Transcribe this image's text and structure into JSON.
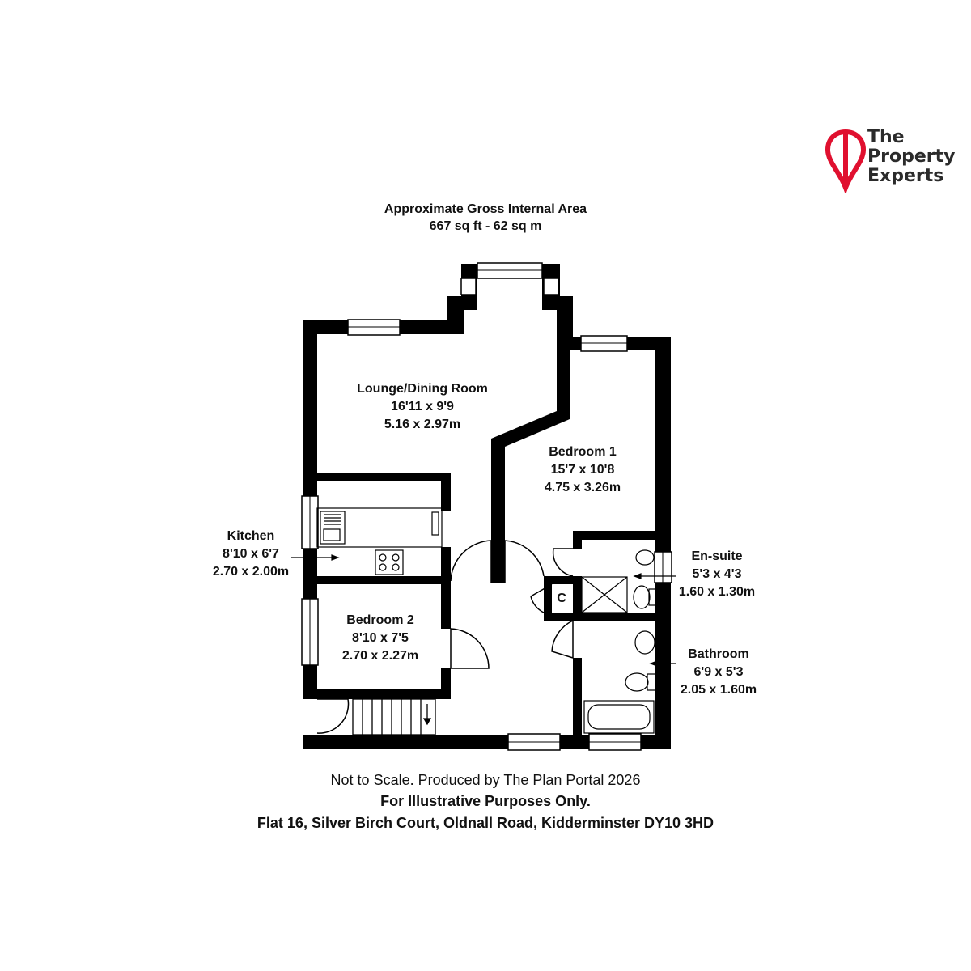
{
  "brand": {
    "line1": "The",
    "line2": "Property",
    "line3": "Experts",
    "color": "#e0102f"
  },
  "area": {
    "title": "Approximate Gross Internal Area",
    "value": "667 sq ft - 62 sq m"
  },
  "rooms": {
    "lounge": {
      "name": "Lounge/Dining Room",
      "imperial": "16'11 x 9'9",
      "metric": "5.16 x 2.97m"
    },
    "bedroom1": {
      "name": "Bedroom 1",
      "imperial": "15'7 x 10'8",
      "metric": "4.75 x 3.26m"
    },
    "kitchen": {
      "name": "Kitchen",
      "imperial": "8'10 x 6'7",
      "metric": "2.70 x 2.00m"
    },
    "ensuite": {
      "name": "En-suite",
      "imperial": "5'3 x 4'3",
      "metric": "1.60 x 1.30m"
    },
    "bedroom2": {
      "name": "Bedroom 2",
      "imperial": "8'10 x 7'5",
      "metric": "2.70 x 2.27m"
    },
    "bathroom": {
      "name": "Bathroom",
      "imperial": "6'9 x 5'3",
      "metric": "2.05 x 1.60m"
    },
    "cupboard": {
      "name": "C"
    }
  },
  "footer": {
    "line1": "Not to Scale. Produced by The Plan Portal 2026",
    "line2": "For Illustrative Purposes Only.",
    "line3": "Flat 16, Silver Birch Court, Oldnall Road, Kidderminster DY10 3HD"
  },
  "wall_color": "#000000"
}
